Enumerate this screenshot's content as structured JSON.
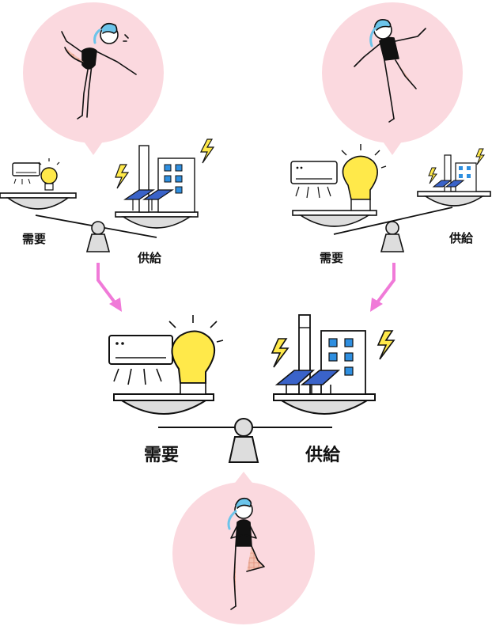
{
  "labels": {
    "top_left_demand": "需要",
    "top_left_supply": "供給",
    "top_right_demand": "需要",
    "top_right_supply": "供給",
    "bottom_demand": "需要",
    "bottom_supply": "供給"
  },
  "colors": {
    "bubble": "#fbd9df",
    "arrow": "#f07ad8",
    "bulb": "#ffe94a",
    "window": "#2f8fe0",
    "panel": "#3a63c9",
    "bolt": "#ffe94a",
    "pants": "#f3c2b2",
    "hair": "#6cc4ea"
  },
  "icons": [
    "air-conditioner-icon",
    "light-bulb-icon",
    "factory-icon",
    "solar-panel-icon",
    "lightning-icon",
    "yoga-woman-icon",
    "balance-scale-icon",
    "arrow-icon"
  ]
}
